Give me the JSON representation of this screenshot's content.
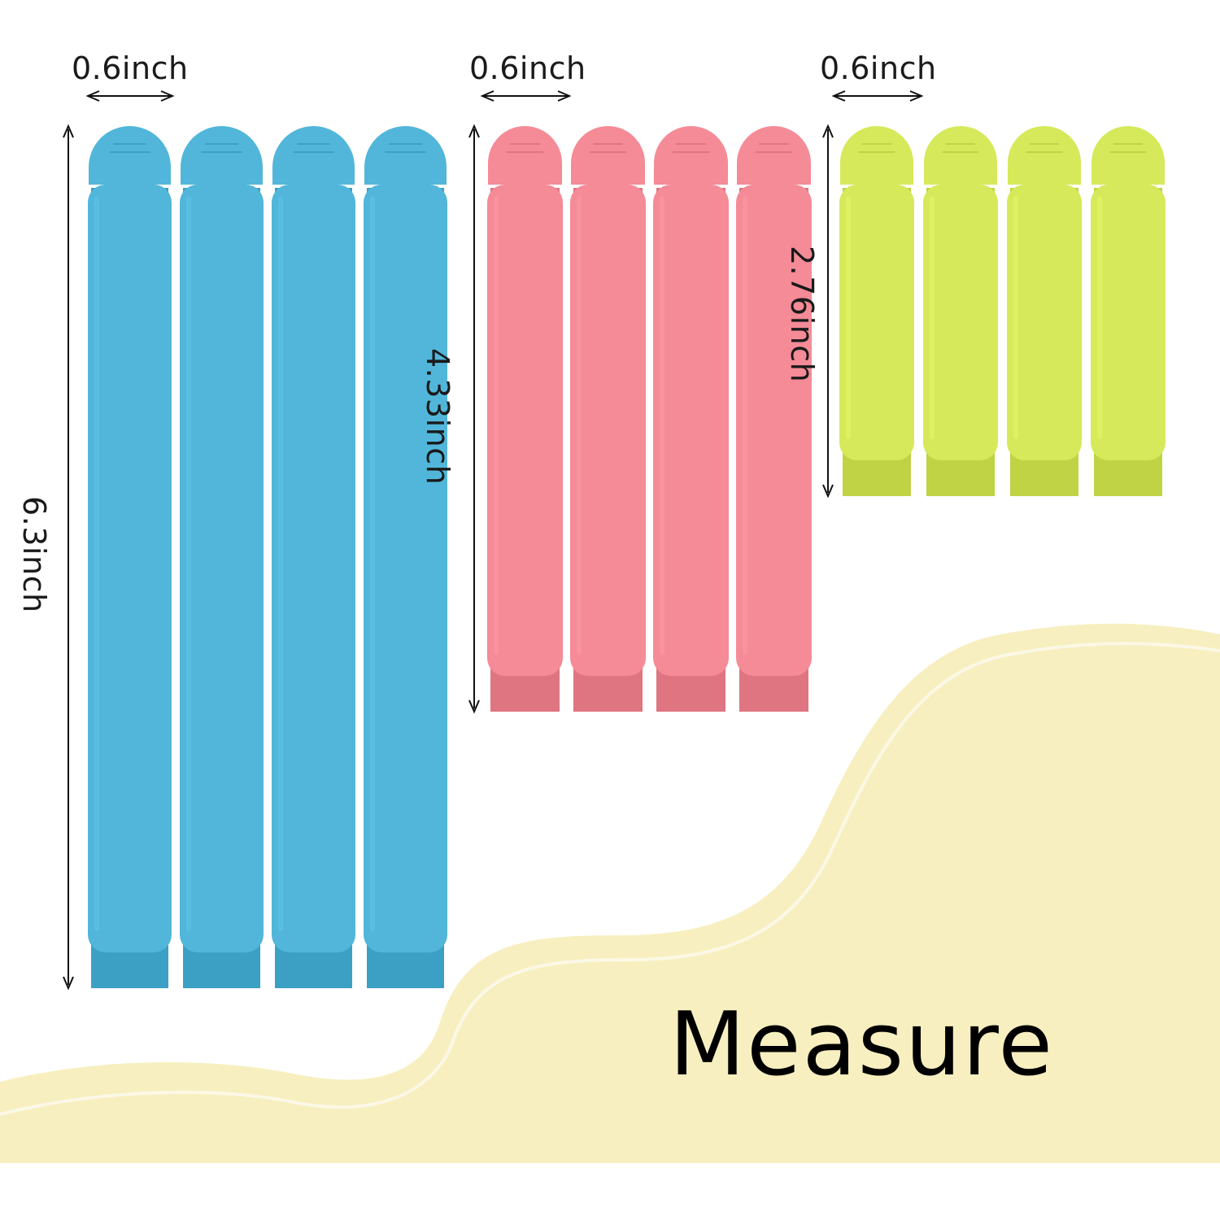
{
  "title": "Measure",
  "colors": {
    "blue": "#51b6da",
    "pink": "#f48b97",
    "green": "#d6e95a",
    "background_wave": "#f7efbf",
    "wave_line": "#fbf5dc"
  },
  "groups": [
    {
      "name": "blue-clips",
      "color": "blue",
      "count": 4,
      "width_label": "0.6inch",
      "length_label": "6.3inch"
    },
    {
      "name": "pink-clips",
      "color": "pink",
      "count": 4,
      "width_label": "0.6inch",
      "length_label": "4.33inch"
    },
    {
      "name": "green-clips",
      "color": "green",
      "count": 4,
      "width_label": "0.6inch",
      "length_label": "2.76inch"
    }
  ]
}
